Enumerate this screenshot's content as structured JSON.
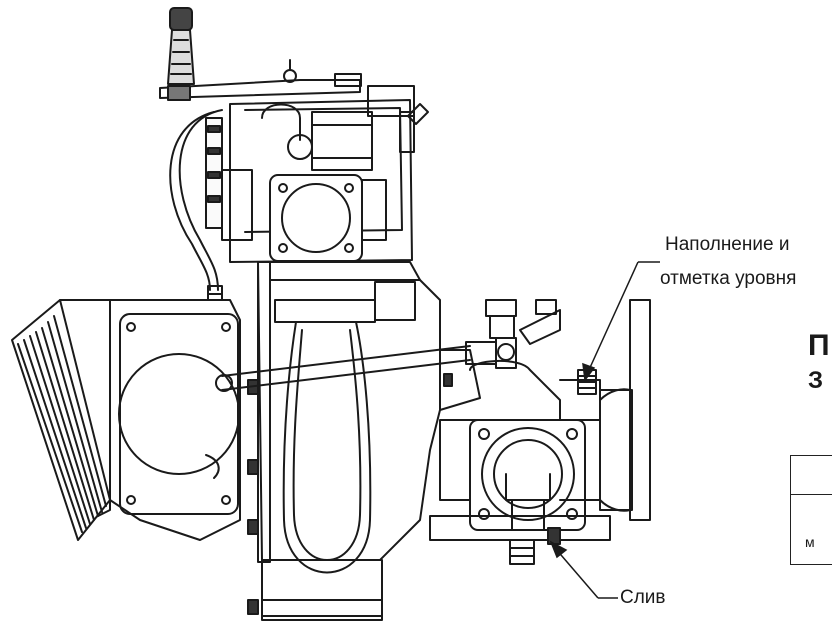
{
  "callouts": {
    "fill_line1": "Наполнение и",
    "fill_line2": "отметка уровня",
    "drain": "Слив"
  },
  "cut_off": {
    "heading_char": "П",
    "subheading_char": "З",
    "table_cell_char": "м"
  }
}
